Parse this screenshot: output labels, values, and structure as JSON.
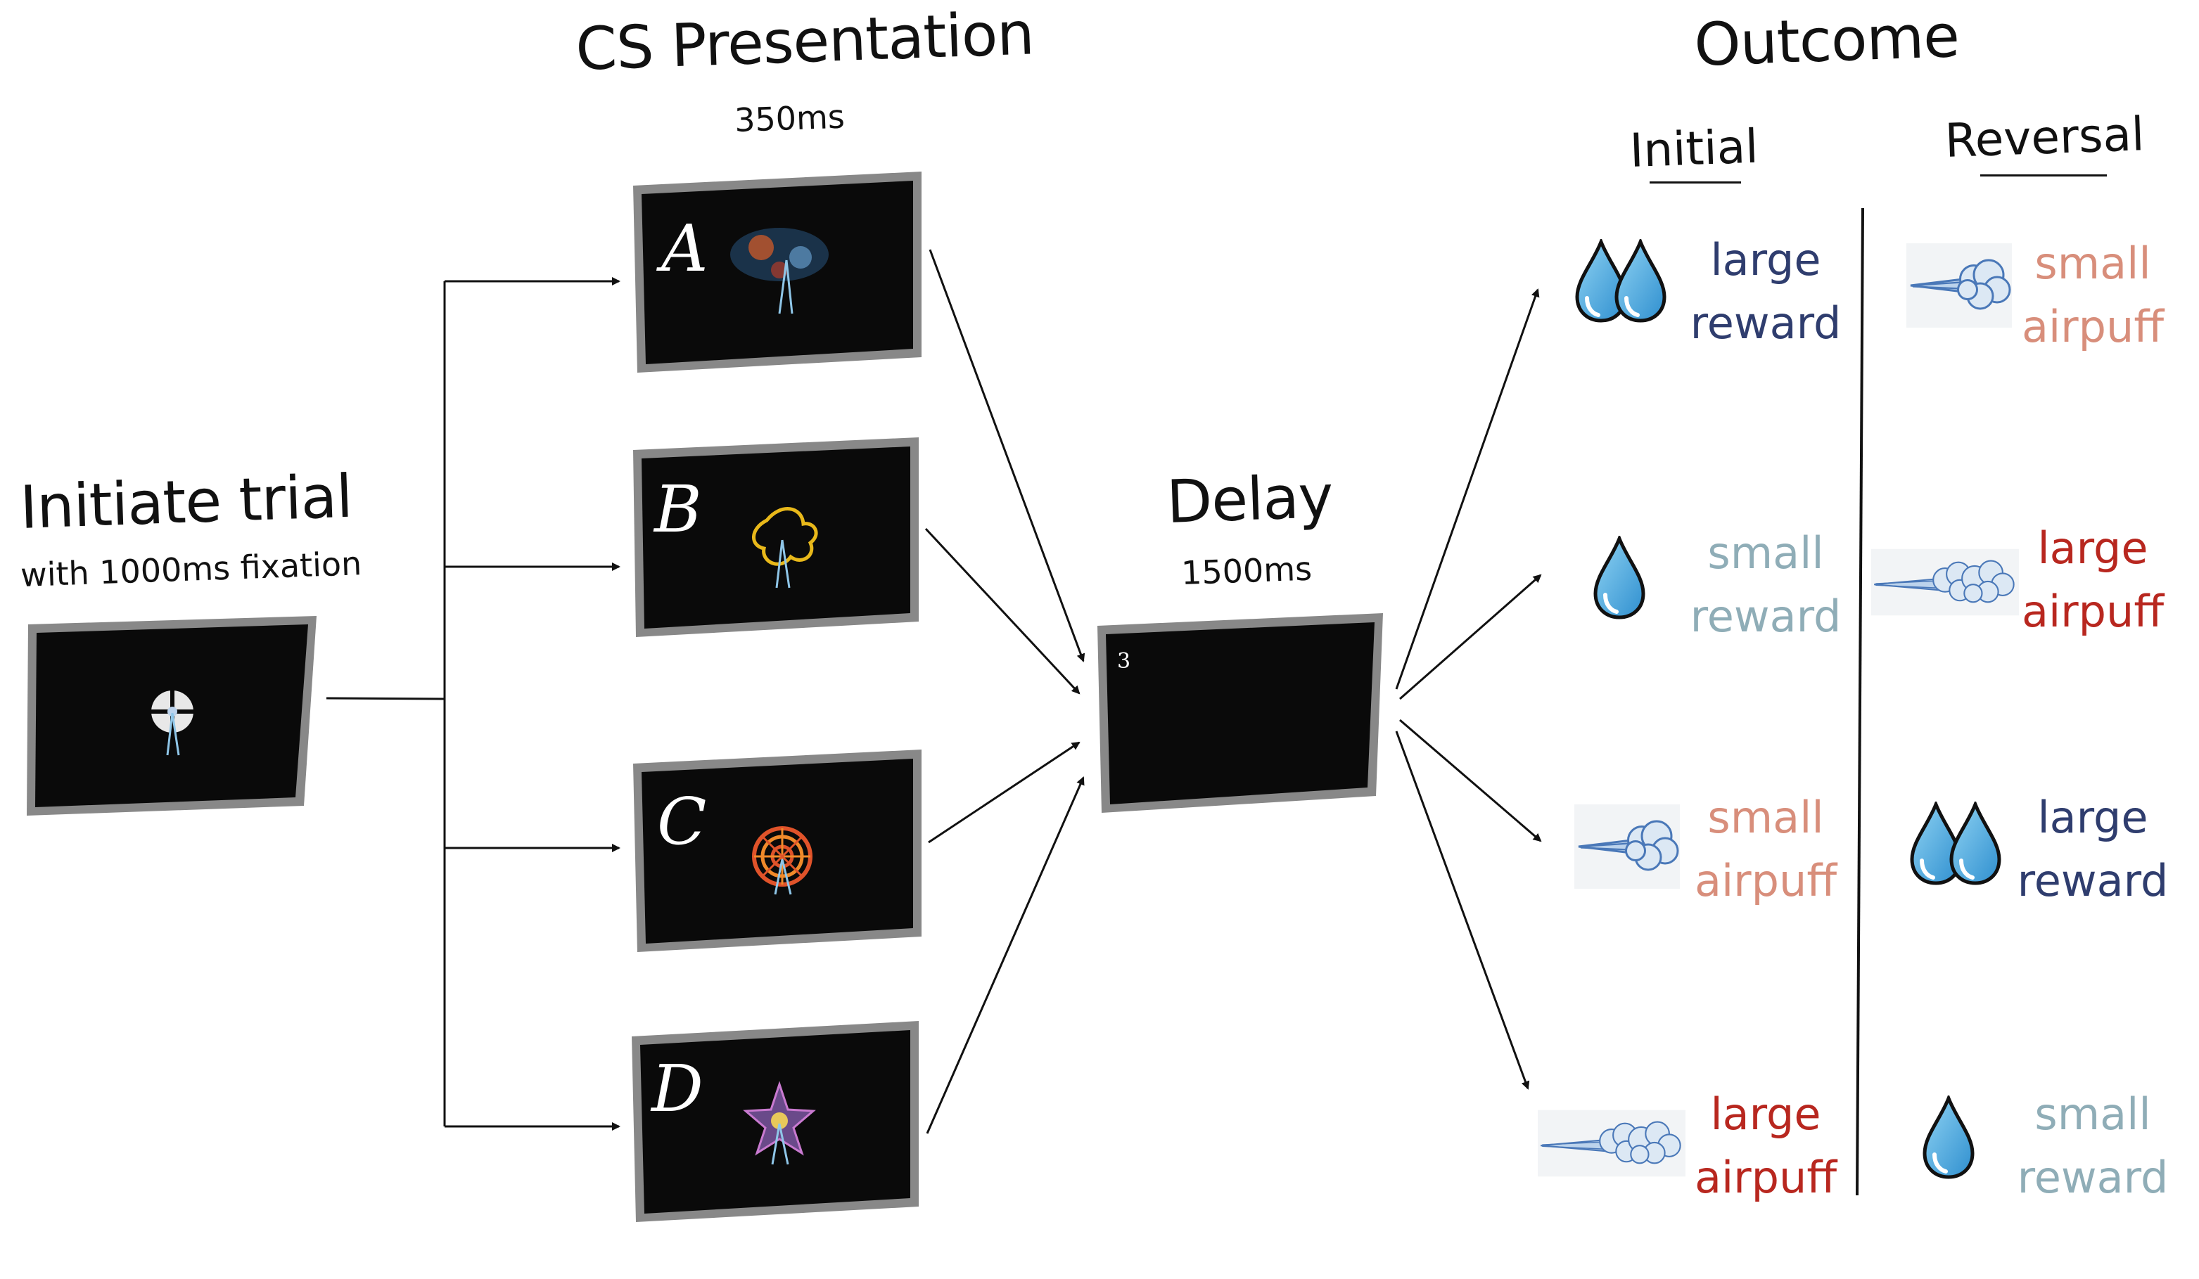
{
  "titles": {
    "initiate": "Initiate trial",
    "initiate_sub": "with 1000ms fixation",
    "cs": "CS Presentation",
    "cs_sub": "350ms",
    "delay": "Delay",
    "delay_sub": "1500ms",
    "outcome": "Outcome",
    "initial": "Initial",
    "reversal": "Reversal"
  },
  "stimuli": [
    {
      "letter": "A",
      "color": "#3b6f9a"
    },
    {
      "letter": "B",
      "color": "#e8b81a"
    },
    {
      "letter": "C",
      "color": "#e0532a"
    },
    {
      "letter": "D",
      "color": "#c97ad0"
    }
  ],
  "delay_screen_text": "3",
  "outcomes_initial": [
    {
      "line1": "large",
      "line2": "reward",
      "color": "#2f3d6e",
      "icon": "double-drop-icon"
    },
    {
      "line1": "small",
      "line2": "reward",
      "color": "#8fadb7",
      "icon": "drop-icon"
    },
    {
      "line1": "small",
      "line2": "airpuff",
      "color": "#d88e7b",
      "icon": "small-airpuff-icon"
    },
    {
      "line1": "large",
      "line2": "airpuff",
      "color": "#b8271f",
      "icon": "large-airpuff-icon"
    }
  ],
  "outcomes_reversal": [
    {
      "line1": "small",
      "line2": "airpuff",
      "color": "#d88e7b",
      "icon": "small-airpuff-icon"
    },
    {
      "line1": "large",
      "line2": "airpuff",
      "color": "#b8271f",
      "icon": "large-airpuff-icon"
    },
    {
      "line1": "large",
      "line2": "reward",
      "color": "#2f3d6e",
      "icon": "double-drop-icon"
    },
    {
      "line1": "small",
      "line2": "reward",
      "color": "#8fadb7",
      "icon": "drop-icon"
    }
  ]
}
